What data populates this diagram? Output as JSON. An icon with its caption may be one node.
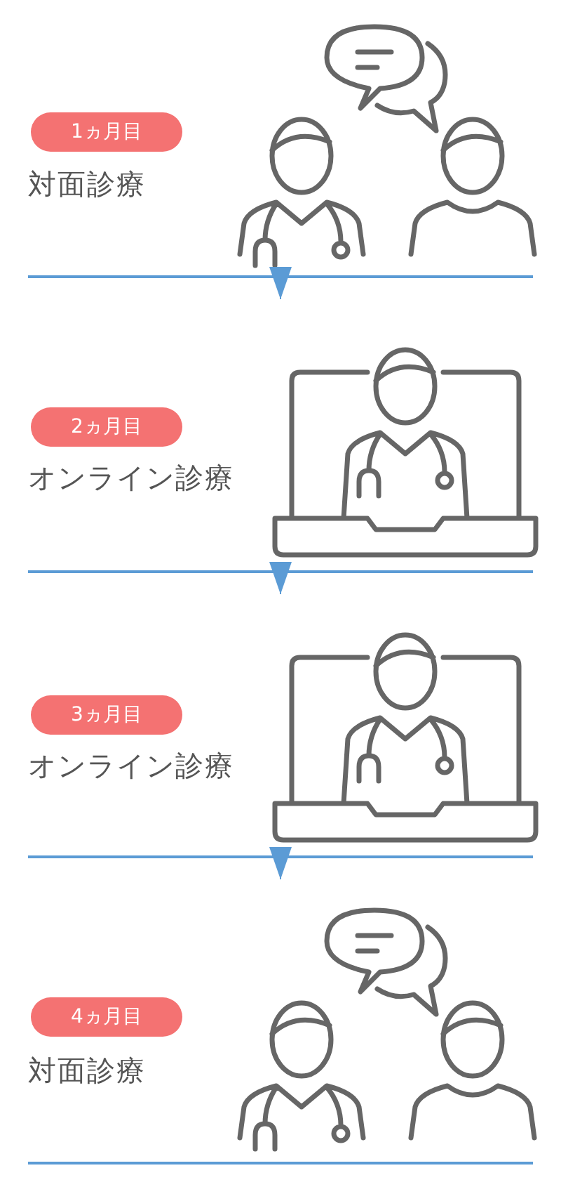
{
  "diagram": {
    "nodes": [
      {
        "text": [
          "1ヵ月目",
          "対面診療"
        ]
      },
      {
        "text": [
          "2ヵ月目",
          "オンライン診療"
        ]
      },
      {
        "text": [
          "3ヵ月目",
          "オンライン診療"
        ]
      },
      {
        "text": [
          "4ヵ月目",
          "対面診療"
        ]
      }
    ],
    "edges": [
      {
        "from": 0,
        "to": 1,
        "arrow": "to"
      },
      {
        "from": 1,
        "to": 2,
        "arrow": "to"
      },
      {
        "from": 2,
        "to": 3,
        "arrow": "to"
      }
    ]
  }
}
